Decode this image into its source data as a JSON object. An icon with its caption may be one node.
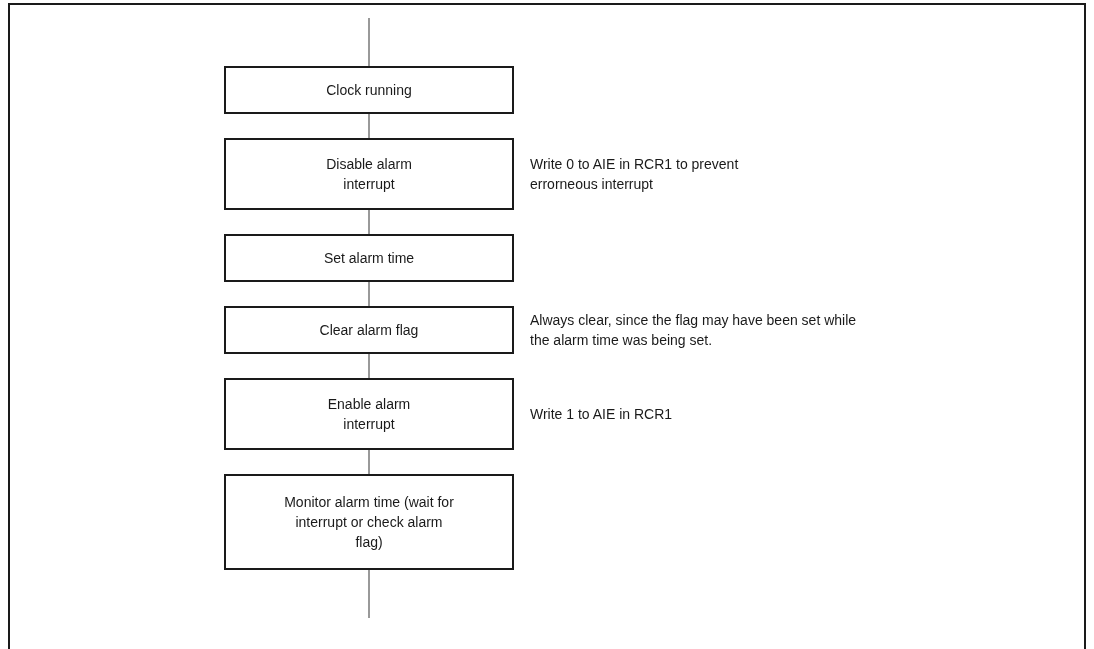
{
  "diagram": {
    "nodes": [
      {
        "text": [
          "Clock running"
        ]
      },
      {
        "text": [
          "Disable alarm interrupt"
        ],
        "beside": [
          "Write 0 to AIE in RCR1 to prevent errorneous interrupt"
        ]
      },
      {
        "text": [
          "Set alarm time"
        ]
      },
      {
        "text": [
          "Clear alarm flag"
        ],
        "beside": [
          "Always clear, since the flag may have been set while the alarm time was being set."
        ]
      },
      {
        "text": [
          "Enable alarm interrupt"
        ],
        "beside": [
          "Write 1 to AIE in RCR1"
        ]
      },
      {
        "text": [
          "Monitor alarm time (wait for interrupt or check alarm flag)"
        ]
      }
    ],
    "edges": [
      {
        "from": null,
        "to": 0,
        "arrow": "none"
      },
      {
        "from": 0,
        "to": 1,
        "arrow": "none"
      },
      {
        "from": 1,
        "to": 2,
        "arrow": "none"
      },
      {
        "from": 2,
        "to": 3,
        "arrow": "none"
      },
      {
        "from": 3,
        "to": 4,
        "arrow": "none"
      },
      {
        "from": 4,
        "to": 5,
        "arrow": "none"
      },
      {
        "from": 5,
        "to": null,
        "arrow": "none"
      }
    ]
  }
}
